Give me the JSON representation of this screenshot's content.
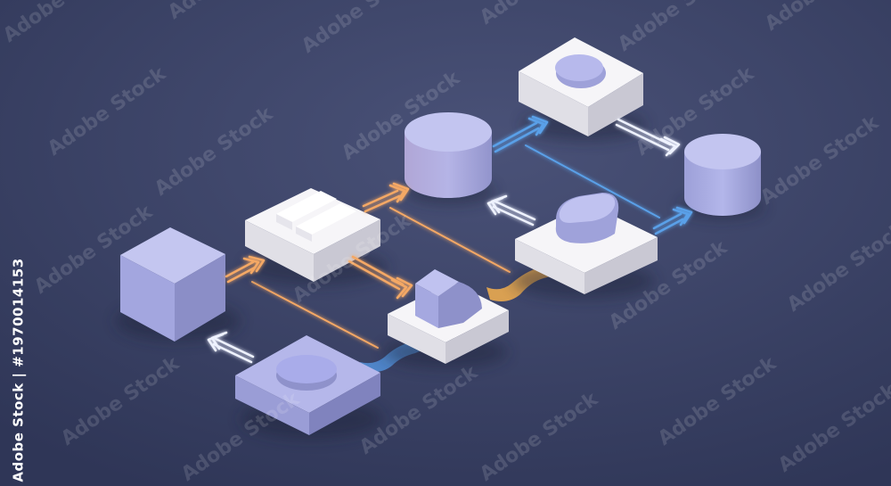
{
  "image": {
    "kind": "isometric-3d-flow-illustration",
    "side_text": "Adobe Stock | #1970014153",
    "watermark_text": "Adobe Stock"
  },
  "palette": {
    "background": "#3b4468",
    "block_white": "#f1eff4",
    "block_lavender": "#aeb1e4",
    "arrow_orange": "#f4a865",
    "arrow_blue": "#5aa0e8",
    "arrow_white": "#eef2ff",
    "ribbon_orange": "#d9a052",
    "ribbon_blue": "#4f85c8"
  },
  "icons": {
    "block": "isometric-box-icon",
    "cylinder": "cylinder-icon",
    "arrow": "chevron-arrow-icon"
  }
}
